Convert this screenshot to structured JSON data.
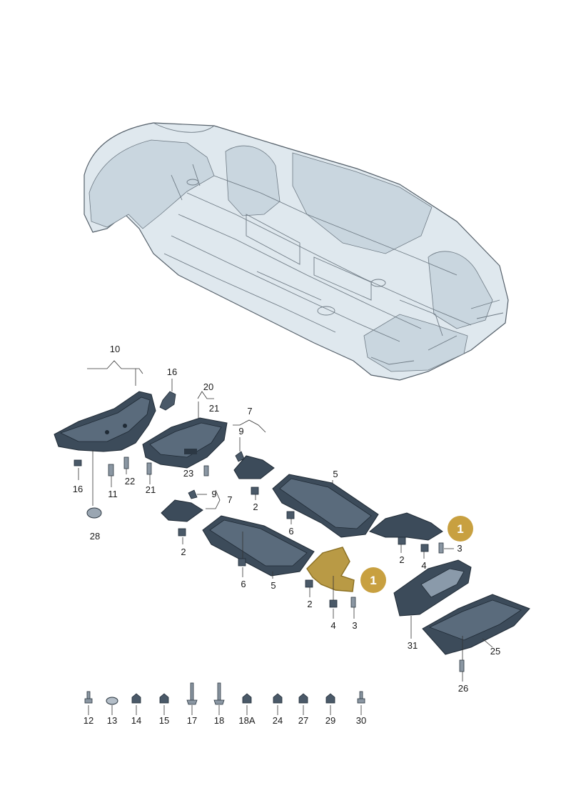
{
  "colors": {
    "callout_fill": "#c8a040",
    "highlight_part": "#b99a45",
    "panel": "#3c4b5a",
    "car_body": "#dfe8ee"
  },
  "callouts": [
    "1",
    "1"
  ],
  "labels": {
    "l10": "10",
    "l16a": "16",
    "l20": "20",
    "l21a": "21",
    "l7a": "7",
    "l9a": "9",
    "l16b": "16",
    "l11": "11",
    "l22": "22",
    "l21b": "21",
    "l23": "23",
    "l5a": "5",
    "l2a": "2",
    "l6a": "6",
    "l28": "28",
    "l9b": "9",
    "l7b": "7",
    "l2b": "2",
    "l6b": "6",
    "l5b": "5",
    "l2c": "2",
    "l4a": "4",
    "l3a": "3",
    "l2d": "2",
    "l4b": "4",
    "l3b": "3",
    "l31": "31",
    "l25": "25",
    "l26": "26"
  },
  "hardware": [
    {
      "id": "12",
      "icon": "bolt-icon"
    },
    {
      "id": "13",
      "icon": "washer-icon"
    },
    {
      "id": "14",
      "icon": "clip-nut-icon"
    },
    {
      "id": "15",
      "icon": "clip-nut-icon"
    },
    {
      "id": "17",
      "icon": "screw-icon"
    },
    {
      "id": "18",
      "icon": "screw-icon"
    },
    {
      "id": "18A",
      "icon": "clip-nut-icon"
    },
    {
      "id": "24",
      "icon": "clip-nut-icon"
    },
    {
      "id": "27",
      "icon": "clip-nut-icon"
    },
    {
      "id": "29",
      "icon": "clip-nut-icon"
    },
    {
      "id": "30",
      "icon": "bolt-icon"
    }
  ]
}
